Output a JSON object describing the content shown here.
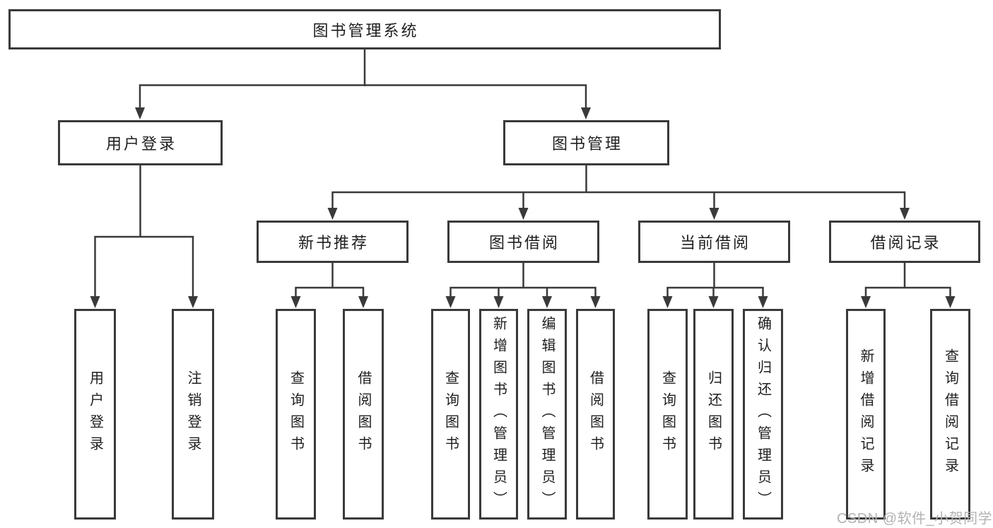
{
  "nodes": {
    "root": "图书管理系统",
    "user_login": "用户登录",
    "book_management": "图书管理",
    "new_book_recommend": "新书推荐",
    "book_borrowing": "图书借阅",
    "current_borrowing": "当前借阅",
    "borrowing_records": "借阅记录",
    "leaves": {
      "user_login": "用户登录",
      "logout": "注销登录",
      "query_books_recommend": "查询图书",
      "borrow_books_recommend": "借阅图书",
      "query_books_borrowing": "查询图书",
      "add_books_admin": "新增图书（管理员）",
      "edit_books_admin": "编辑图书（管理员）",
      "borrow_books_borrowing": "借阅图书",
      "query_books_current": "查询图书",
      "return_books": "归还图书",
      "confirm_return_admin": "确认归还（管理员）",
      "add_borrow_record": "新增借阅记录",
      "query_borrow_record": "查询借阅记录"
    }
  },
  "watermark": "CSDN @软件_小贺同学",
  "colors": {
    "line": "#3a3a3a",
    "text": "#1f1f1f",
    "watermark": "#b3b3b3",
    "background": "#ffffff"
  }
}
